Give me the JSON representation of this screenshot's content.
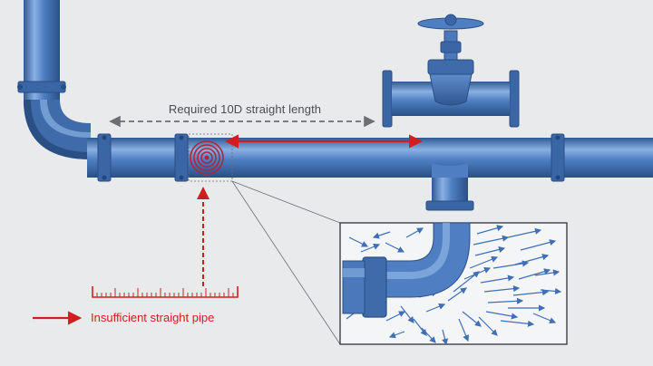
{
  "annotations": {
    "required_length": "Required 10D straight length",
    "insufficient_pipe": "Insufficient straight pipe"
  },
  "colors": {
    "background": "#e9eaeb",
    "pipe_fill": "#4f7fc2",
    "pipe_dark": "#2f5a96",
    "pipe_light": "#8ab0e3",
    "warning_red": "#d11f1f",
    "dimension_gray": "#7a7d82",
    "inset_background": "#f4f5f6"
  },
  "icons": {
    "valve": "gate-valve-icon",
    "meter": "swirl-meter-icon",
    "flow": "turbulent-flow-arrows"
  }
}
